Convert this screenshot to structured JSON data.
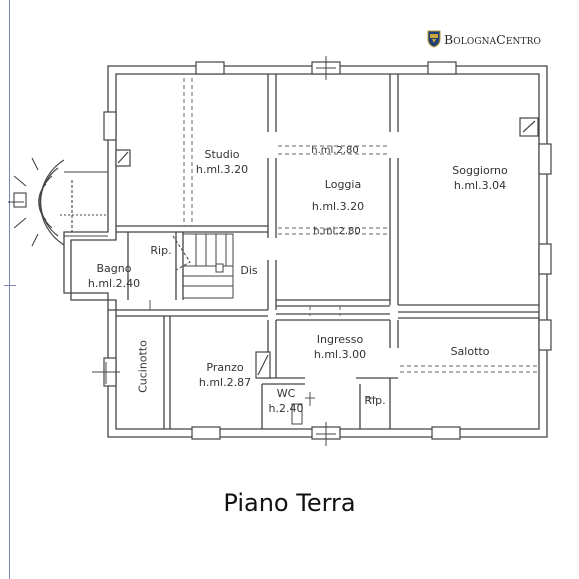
{
  "brand": {
    "name": "BolognaCentro",
    "logo": "shield-logo"
  },
  "floor_title": "Piano Terra",
  "rooms": {
    "studio": {
      "name": "Studio",
      "height": "h.ml.3.20"
    },
    "loggia": {
      "name": "Loggia",
      "height": "h.ml.3.20",
      "top_beam": "h.ml.2.80",
      "bottom_beam": "h.ml.2.80"
    },
    "soggiorno": {
      "name": "Soggiorno",
      "height": "h.ml.3.04"
    },
    "bagno": {
      "name": "Bagno",
      "height": "h.ml.2.40"
    },
    "rip_stairs": {
      "name": "Rip."
    },
    "dis": {
      "name": "Dis"
    },
    "ingresso": {
      "name": "Ingresso",
      "height": "h.ml.3.00"
    },
    "salotto": {
      "name": "Salotto"
    },
    "cucinotto": {
      "name": "Cucinotto"
    },
    "pranzo": {
      "name": "Pranzo",
      "height": "h.ml.2.87"
    },
    "wc": {
      "name": "WC",
      "height": "h.2.40"
    },
    "rip_lower": {
      "name": "Rip."
    }
  },
  "colors": {
    "wall": "#444444",
    "line": "#555555",
    "edge": "#7a86b8"
  }
}
